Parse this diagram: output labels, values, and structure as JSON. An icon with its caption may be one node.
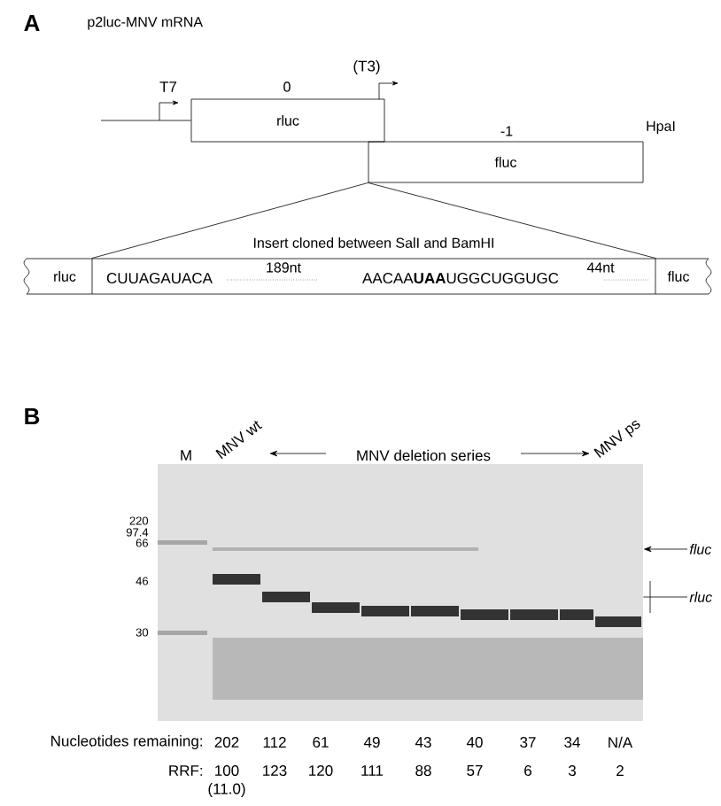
{
  "diagram": {
    "nodes": [
      {
        "text": [
          "rluc"
        ],
        "beside": [
          "0"
        ]
      },
      {
        "text": [
          "fluc"
        ],
        "beside": [
          "-1",
          "HpaI"
        ]
      },
      {
        "text": [
          "rluc"
        ]
      },
      {
        "text": [
          "Insert cloned between SalI and BamHI",
          "CUUAGAUACA",
          "189nt",
          "AACAA**UAA**UGGCUGGUGC",
          "44nt"
        ]
      },
      {
        "text": [
          "fluc"
        ]
      },
      {
        "text": [],
        "shape": "picture"
      },
      {
        "text": [
          "fluc"
        ]
      },
      {
        "text": [
          "rluc"
        ]
      }
    ],
    "edges": [
      {
        "from": null,
        "to": 0,
        "arrow": "none"
      },
      {
        "from": 1,
        "to": 3,
        "arrow": "none"
      },
      {
        "from": 1,
        "to": 3,
        "arrow": "none"
      },
      {
        "from": 6,
        "to": 5,
        "arrow": "to"
      },
      {
        "from": 7,
        "to": 5,
        "arrow": "none"
      }
    ],
    "labels": [
      "A",
      "p2luc-MNV mRNA",
      "T7",
      "(T3)",
      "B",
      "M",
      "MNV wt",
      "MNV deletion series",
      "MNV ps",
      "220",
      "97.4",
      "66",
      "46",
      "30",
      "Nucleotides remaining:",
      "202",
      "112",
      "61",
      "49",
      "43",
      "40",
      "37",
      "34",
      "N/A",
      "RRF:",
      "100",
      "123",
      "120",
      "111",
      "88",
      "57",
      "6",
      "3",
      "2",
      "(11.0)"
    ]
  }
}
